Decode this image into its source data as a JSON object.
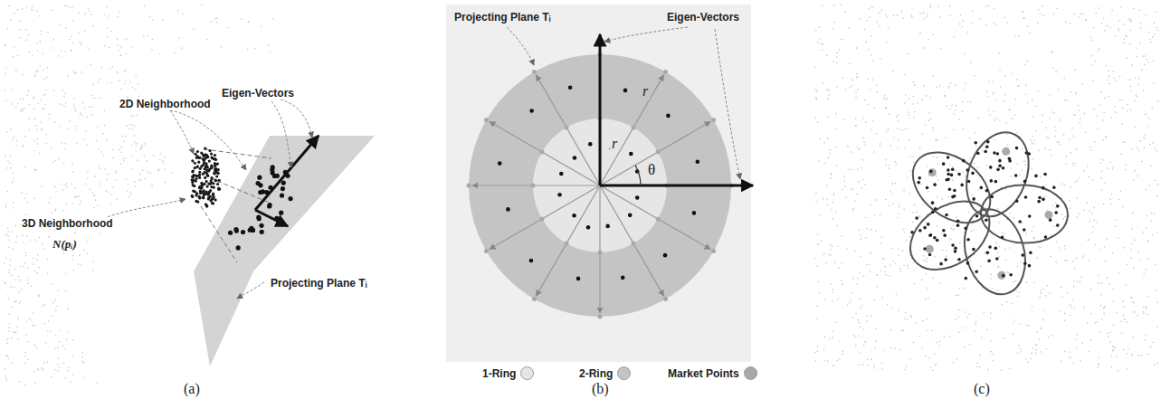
{
  "diagram": {
    "labels": [
      "Eigen-Vectors",
      "2D Neighborhood",
      "3D Neighborhood",
      "N(pᵢ)",
      "Projecting Plane Tᵢ",
      "(a)",
      "Projecting Plane Tᵢ",
      "Eigen-Vectors",
      "r",
      "r",
      "θ",
      "(b)",
      "(c)"
    ],
    "legend": [
      {
        "text": "1-Ring",
        "color": "#e6e6e6"
      },
      {
        "text": "2-Ring",
        "color": "#c4c4c4"
      },
      {
        "text": "Market Points",
        "color": "#a8a8a8"
      }
    ]
  }
}
